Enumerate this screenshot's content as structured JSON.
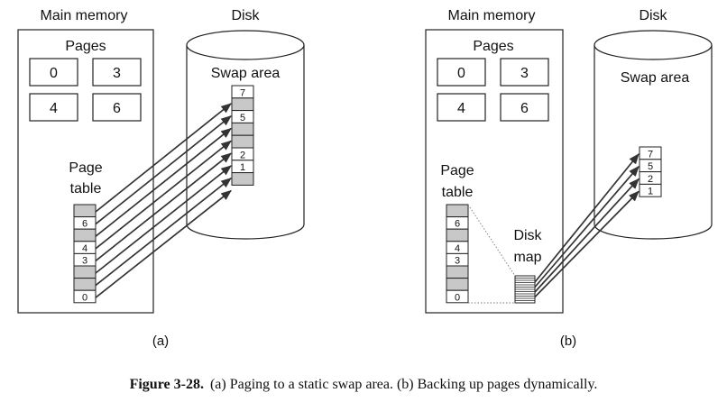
{
  "colors": {
    "empty_slot": "#c8c8c8",
    "stroke": "#222222",
    "background": "#ffffff"
  },
  "panel_a": {
    "main_memory_label": "Main memory",
    "disk_label": "Disk",
    "pages_label": "Pages",
    "pages": [
      "0",
      "3",
      "4",
      "6"
    ],
    "page_table_label_1": "Page",
    "page_table_label_2": "table",
    "page_table": [
      "",
      "6",
      "",
      "4",
      "3",
      "",
      "",
      "0"
    ],
    "swap_area_label": "Swap area",
    "swap_slots": [
      "7",
      "",
      "5",
      "",
      "",
      "2",
      "1",
      ""
    ],
    "caption": "(a)"
  },
  "panel_b": {
    "main_memory_label": "Main memory",
    "disk_label": "Disk",
    "pages_label": "Pages",
    "pages": [
      "0",
      "3",
      "4",
      "6"
    ],
    "page_table_label_1": "Page",
    "page_table_label_2": "table",
    "page_table": [
      "",
      "6",
      "",
      "4",
      "3",
      "",
      "",
      "0"
    ],
    "swap_area_label": "Swap area",
    "swap_slots": [
      "7",
      "5",
      "2",
      "1"
    ],
    "disk_map_label_1": "Disk",
    "disk_map_label_2": "map",
    "caption": "(b)"
  },
  "figure_caption": {
    "number": "Figure 3-28.",
    "text": "(a) Paging to a static swap area. (b) Backing up pages dynamically."
  }
}
